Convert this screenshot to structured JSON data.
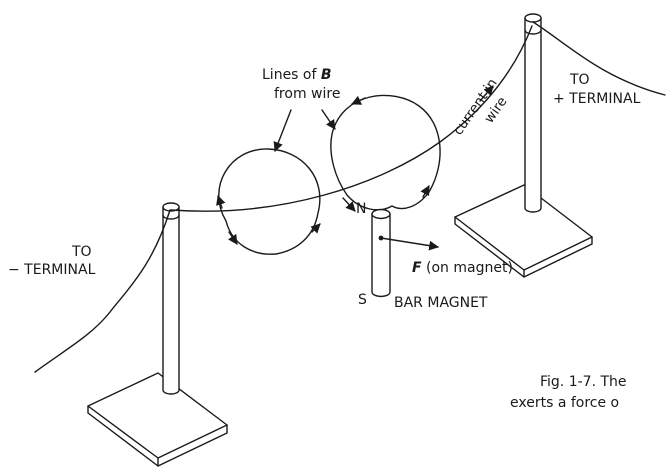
{
  "labels": {
    "lines_of": "Lines of ",
    "B": "B",
    "from_wire": "from wire",
    "to_left": "TO",
    "minus_terminal": "− TERMINAL",
    "to_right": "TO",
    "plus_terminal": "+ TERMINAL",
    "current_in": "current in",
    "wire": "wire",
    "north": "N",
    "south": "S",
    "F": "F",
    "on_magnet": " (on magnet)",
    "bar_magnet": "BAR MAGNET"
  },
  "caption": {
    "line1": "Fig. 1-7. The",
    "line2": "exerts a force o"
  }
}
